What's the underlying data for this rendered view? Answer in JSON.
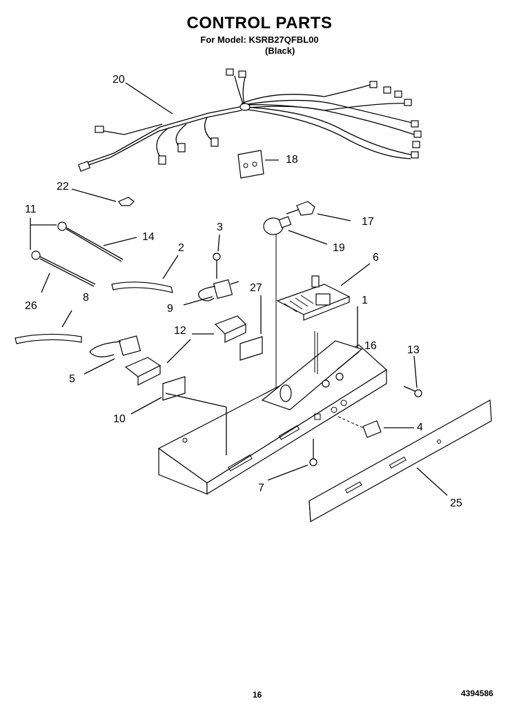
{
  "header": {
    "title": "CONTROL PARTS",
    "model_line": "For Model: KSRB27QFBL00",
    "color_line": "(Black)"
  },
  "callouts": {
    "c1": "1",
    "c2": "2",
    "c3": "3",
    "c4": "4",
    "c5": "5",
    "c6": "6",
    "c7": "7",
    "c8": "8",
    "c9": "9",
    "c10": "10",
    "c11": "11",
    "c12": "12",
    "c13": "13",
    "c14": "14",
    "c16": "16",
    "c17": "17",
    "c18": "18",
    "c19": "19",
    "c20": "20",
    "c22": "22",
    "c25": "25",
    "c26": "26",
    "c27": "27"
  },
  "footer": {
    "page_number": "16",
    "doc_code": "4394586"
  }
}
